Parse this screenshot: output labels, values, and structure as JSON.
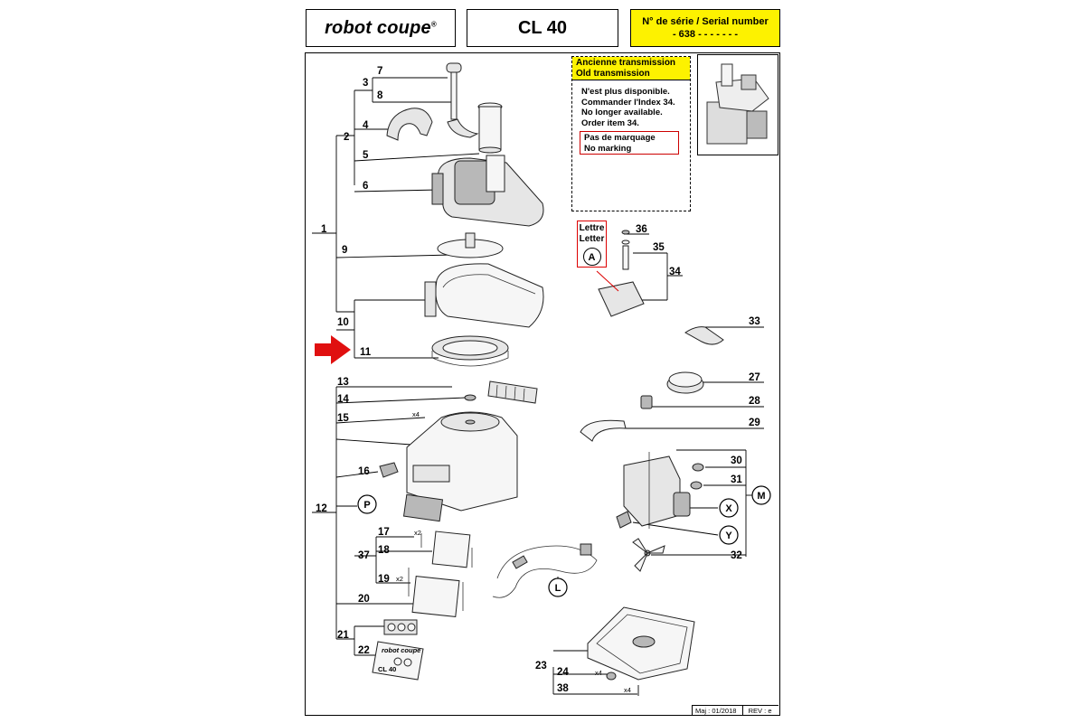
{
  "header": {
    "brand": "robot coupe",
    "registered": "®",
    "model": "CL 40",
    "serial_label": "N° de série / Serial number",
    "serial_value": "- 638 - - - - -   - -"
  },
  "old_transmission": {
    "title_fr": "Ancienne transmission",
    "title_en": "Old transmission",
    "lines": [
      "N'est plus disponible.",
      "Commander l'Index 34.",
      "No longer available.",
      "Order item 34."
    ],
    "no_marking_fr": "Pas de marquage",
    "no_marking_en": "No marking"
  },
  "letter_box": {
    "label_fr": "Lettre",
    "label_en": "Letter",
    "letter": "A"
  },
  "part_numbers": {
    "p1": "1",
    "p2": "2",
    "p3": "3",
    "p4": "4",
    "p5": "5",
    "p6": "6",
    "p7": "7",
    "p8": "8",
    "p9": "9",
    "p10": "10",
    "p11": "11",
    "p12": "12",
    "p13": "13",
    "p14": "14",
    "p15": "15",
    "p16": "16",
    "p17": "17",
    "p18": "18",
    "p19": "19",
    "p20": "20",
    "p21": "21",
    "p22": "22",
    "p23": "23",
    "p24": "24",
    "p27": "27",
    "p28": "28",
    "p29": "29",
    "p30": "30",
    "p31": "31",
    "p32": "32",
    "p33": "33",
    "p34": "34",
    "p35": "35",
    "p36": "36",
    "p37": "37",
    "p38": "38"
  },
  "circled_labels": {
    "p": "P",
    "l": "L",
    "x": "X",
    "y": "Y",
    "m": "M"
  },
  "quantities": {
    "q15": "x4",
    "q17": "x2",
    "q19": "x2",
    "q24": "x4",
    "q38": "x4"
  },
  "control_plate": {
    "brand": "robot coupe",
    "model": "CL 40"
  },
  "footer": {
    "maj": "Maj : 01/2018",
    "rev": "REV : e"
  },
  "colors": {
    "header_yellow": "#fdf200",
    "arrow_red": "#e01010",
    "frame": "#000000"
  }
}
